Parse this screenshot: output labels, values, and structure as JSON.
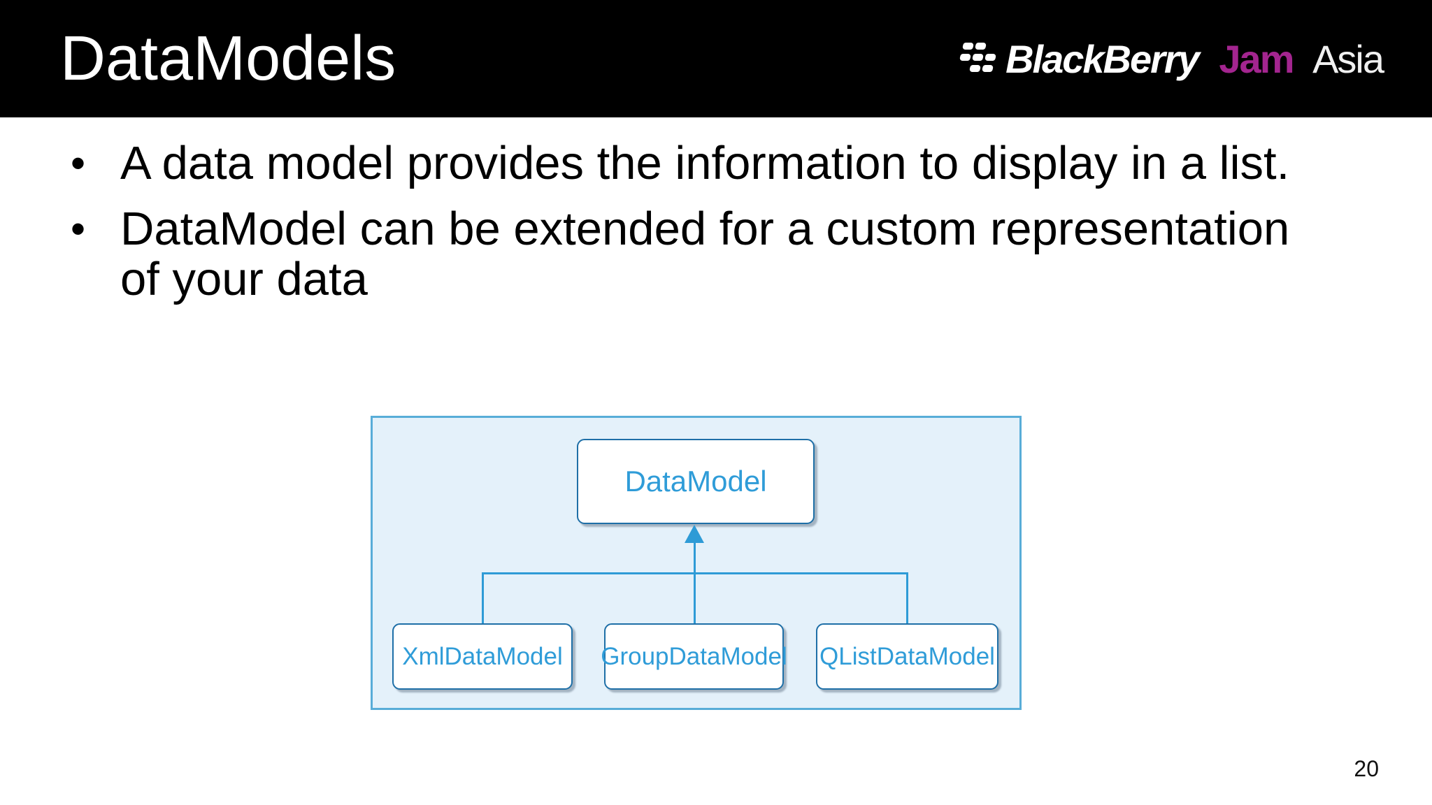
{
  "slide": {
    "title": "DataModels",
    "page_number": "20",
    "bullet_char": "•",
    "bullets": [
      {
        "text": "A data model provides the information to display in a list."
      },
      {
        "text": "DataModel can be extended for a custom representation\nof your data"
      }
    ]
  },
  "logo": {
    "brand": "BlackBerry",
    "event": "Jam",
    "region": "Asia",
    "colors": {
      "brand_text": "#FFFFFF",
      "event_text": "#A3258F",
      "region_text": "#F0F0F0",
      "background": "#000000"
    }
  },
  "diagram": {
    "parent_label": "DataModel",
    "child_labels": [
      "XmlDataModel",
      "GroupDataModel",
      "QListDataModel"
    ],
    "colors": {
      "panel_bg": "#E4F1FA",
      "panel_border": "#58ADD8",
      "box_border": "#1E6FA7",
      "box_fill": "#FFFFFF",
      "label_text": "#2F9CD8",
      "connector": "#2E9BD6"
    }
  }
}
